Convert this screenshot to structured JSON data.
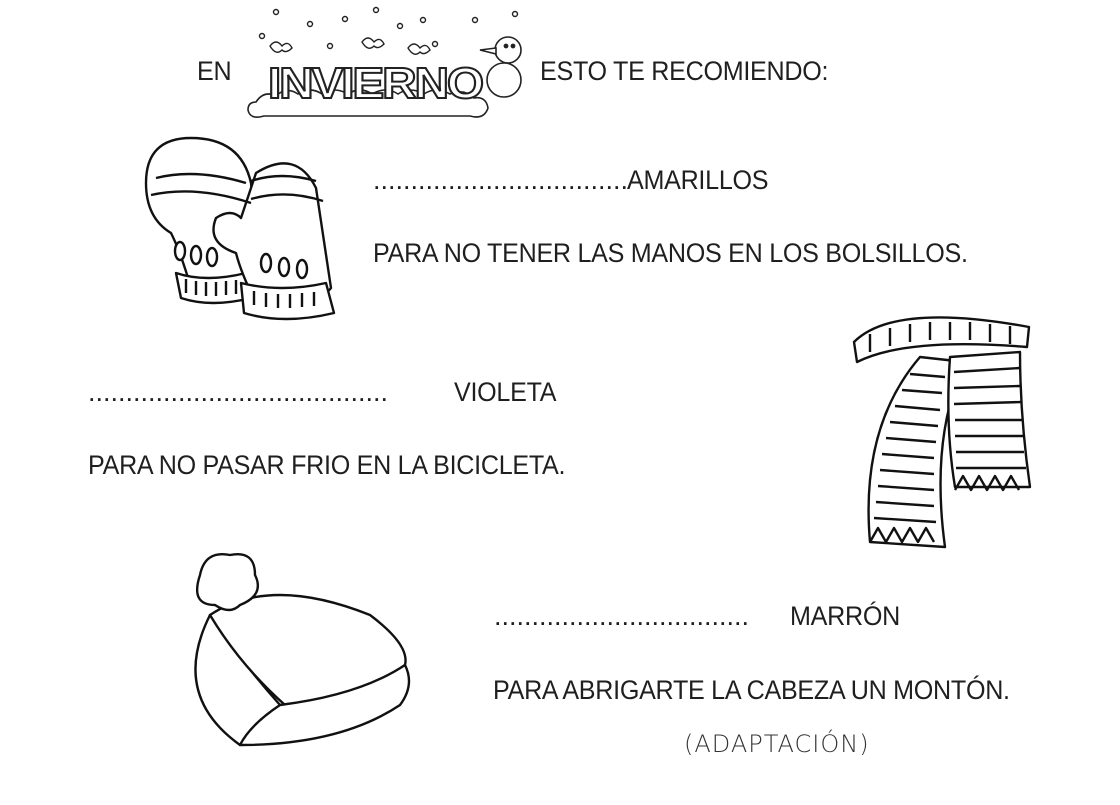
{
  "header": {
    "prefix": "EN",
    "logo_word": "INVIERNO",
    "suffix": "ESTO  TE  RECOMIENDO:"
  },
  "verses": [
    {
      "blank": "..................................",
      "word": "AMARILLOS",
      "line": "PARA  NO TENER  LAS  MANOS  EN  LOS  BOLSILLOS."
    },
    {
      "blank": "........................................",
      "word": "VIOLETA",
      "line": "PARA  NO  PASAR FRIO  EN   LA  BICICLETA."
    },
    {
      "blank": "..................................",
      "word": "MARRÓN",
      "line": "PARA  ABRIGARTE LA CABEZA UN MONTÓN."
    }
  ],
  "footer": {
    "credit": "(ADAPTACIÓN)"
  },
  "illustrations": {
    "mittens": "mittens-icon",
    "scarf": "scarf-icon",
    "hat": "hat-icon"
  }
}
